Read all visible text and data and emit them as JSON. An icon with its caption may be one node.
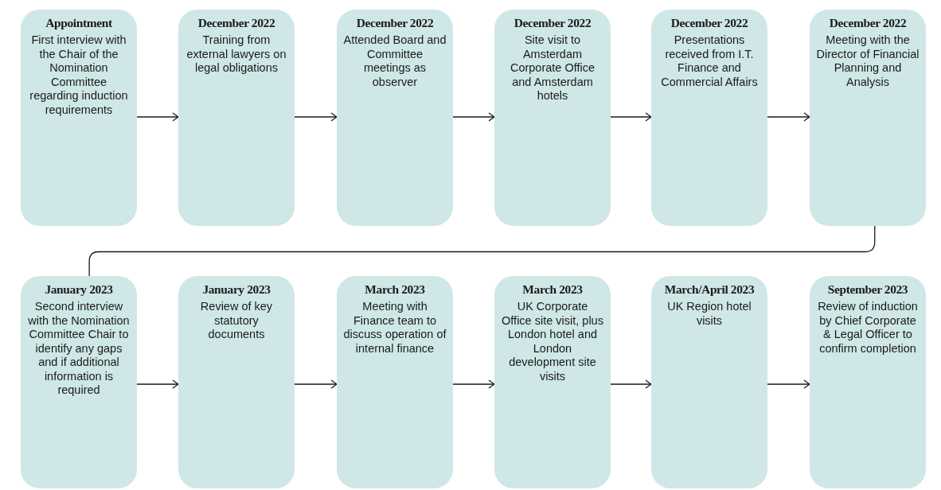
{
  "diagram": {
    "nodes": [
      {
        "text": [
          "Appointment",
          "First interview with the Chair of the Nomination Committee regarding induction requirements"
        ]
      },
      {
        "text": [
          "December 2022",
          "Training from external lawyers on legal obligations"
        ]
      },
      {
        "text": [
          "December 2022",
          "Attended Board and Committee meetings as observer"
        ]
      },
      {
        "text": [
          "December 2022",
          "Site visit to Amsterdam Corporate Office and Amsterdam hotels"
        ]
      },
      {
        "text": [
          "December 2022",
          "Presentations received from I.T. Finance and Commercial Affairs"
        ]
      },
      {
        "text": [
          "December 2022",
          "Meeting with the Director of Financial Planning and Analysis"
        ]
      },
      {
        "text": [
          "January 2023",
          "Second interview with the Nomination Committee Chair to identify any gaps and if additional information is required"
        ]
      },
      {
        "text": [
          "January 2023",
          "Review of key statutory documents"
        ]
      },
      {
        "text": [
          "March 2023",
          "Meeting with Finance team to discuss operation of internal finance"
        ]
      },
      {
        "text": [
          "March 2023",
          "UK Corporate Office site visit, plus London hotel and London development site visits"
        ]
      },
      {
        "text": [
          "March/April 2023",
          "UK Region hotel visits"
        ]
      },
      {
        "text": [
          "September 2023",
          "Review of induction by Chief Corporate & Legal Officer to confirm completion"
        ]
      }
    ],
    "edges": [
      {
        "from": 0,
        "to": 1,
        "arrow": "to"
      },
      {
        "from": 1,
        "to": 2,
        "arrow": "to"
      },
      {
        "from": 2,
        "to": 3,
        "arrow": "to"
      },
      {
        "from": 3,
        "to": 4,
        "arrow": "to"
      },
      {
        "from": 4,
        "to": 5,
        "arrow": "to"
      },
      {
        "from": 5,
        "to": 6,
        "arrow": "none"
      },
      {
        "from": 6,
        "to": 7,
        "arrow": "to"
      },
      {
        "from": 7,
        "to": 8,
        "arrow": "to"
      },
      {
        "from": 8,
        "to": 9,
        "arrow": "to"
      },
      {
        "from": 9,
        "to": 10,
        "arrow": "to"
      },
      {
        "from": 10,
        "to": 11,
        "arrow": "to"
      }
    ]
  }
}
